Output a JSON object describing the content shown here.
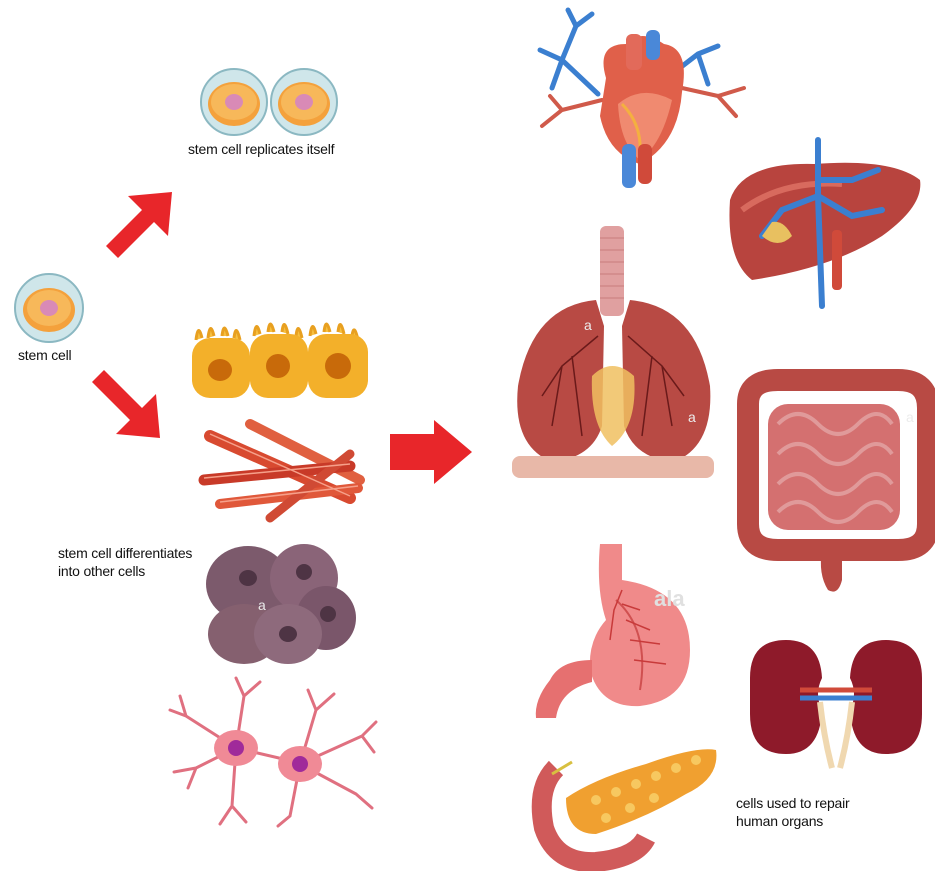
{
  "labels": {
    "replicates": "stem cell replicates itself",
    "stem_cell": "stem cell",
    "differentiates": "stem cell differentiates\ninto other cells",
    "repair": "cells used to repair\nhuman organs"
  },
  "watermark_letters": [
    "a",
    "a",
    "a",
    "a",
    "a",
    "ala"
  ],
  "colors": {
    "arrow": "#e8262a",
    "cell_membrane": "#cfe6ea",
    "cell_body": "#f4a13c",
    "nucleus": "#d98ab6",
    "organ_red": "#c8504a",
    "vein_blue": "#3b7fd0",
    "kidney": "#8e1a2a",
    "pancreas": "#f0a030"
  },
  "icons": [
    "stem-cell-icon",
    "replicated-cell-icon",
    "epithelial-cell-icon",
    "muscle-fiber-icon",
    "fat-cell-icon",
    "neuron-icon",
    "heart-icon",
    "liver-icon",
    "lungs-icon",
    "intestine-icon",
    "stomach-icon",
    "kidney-icon",
    "pancreas-icon"
  ]
}
